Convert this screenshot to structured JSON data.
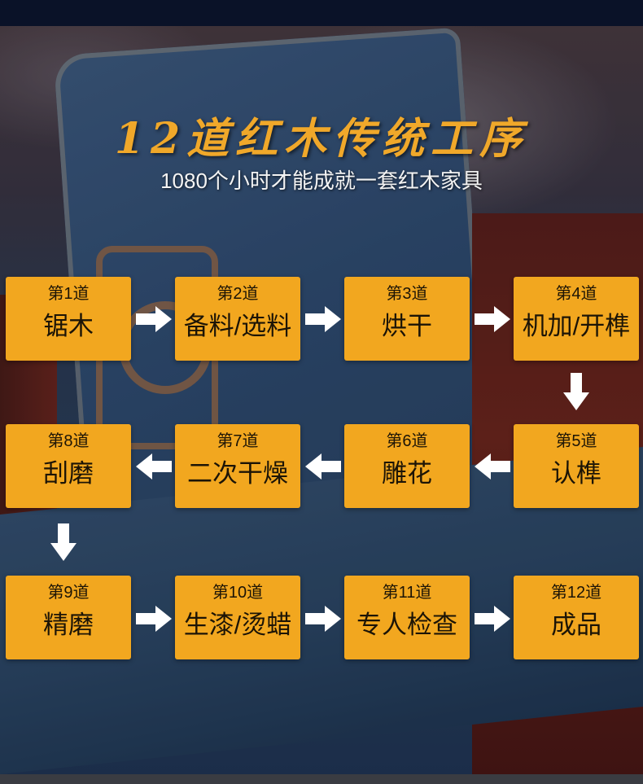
{
  "header": {
    "title": "12道红木传统工序",
    "subtitle": "1080个小时才能成就一套红木家具"
  },
  "colors": {
    "step_box": "#f2a71f",
    "title": "#f0a82a",
    "arrow": "#ffffff"
  },
  "steps": [
    {
      "num": "第1道",
      "name": "锯木"
    },
    {
      "num": "第2道",
      "name": "备料/选料"
    },
    {
      "num": "第3道",
      "name": "烘干"
    },
    {
      "num": "第4道",
      "name": "机加/开榫"
    },
    {
      "num": "第5道",
      "name": "认榫"
    },
    {
      "num": "第6道",
      "name": "雕花"
    },
    {
      "num": "第7道",
      "name": "二次干燥"
    },
    {
      "num": "第8道",
      "name": "刮磨"
    },
    {
      "num": "第9道",
      "name": "精磨"
    },
    {
      "num": "第10道",
      "name": "生漆/烫蜡"
    },
    {
      "num": "第11道",
      "name": "专人检查"
    },
    {
      "num": "第12道",
      "name": "成品"
    }
  ]
}
